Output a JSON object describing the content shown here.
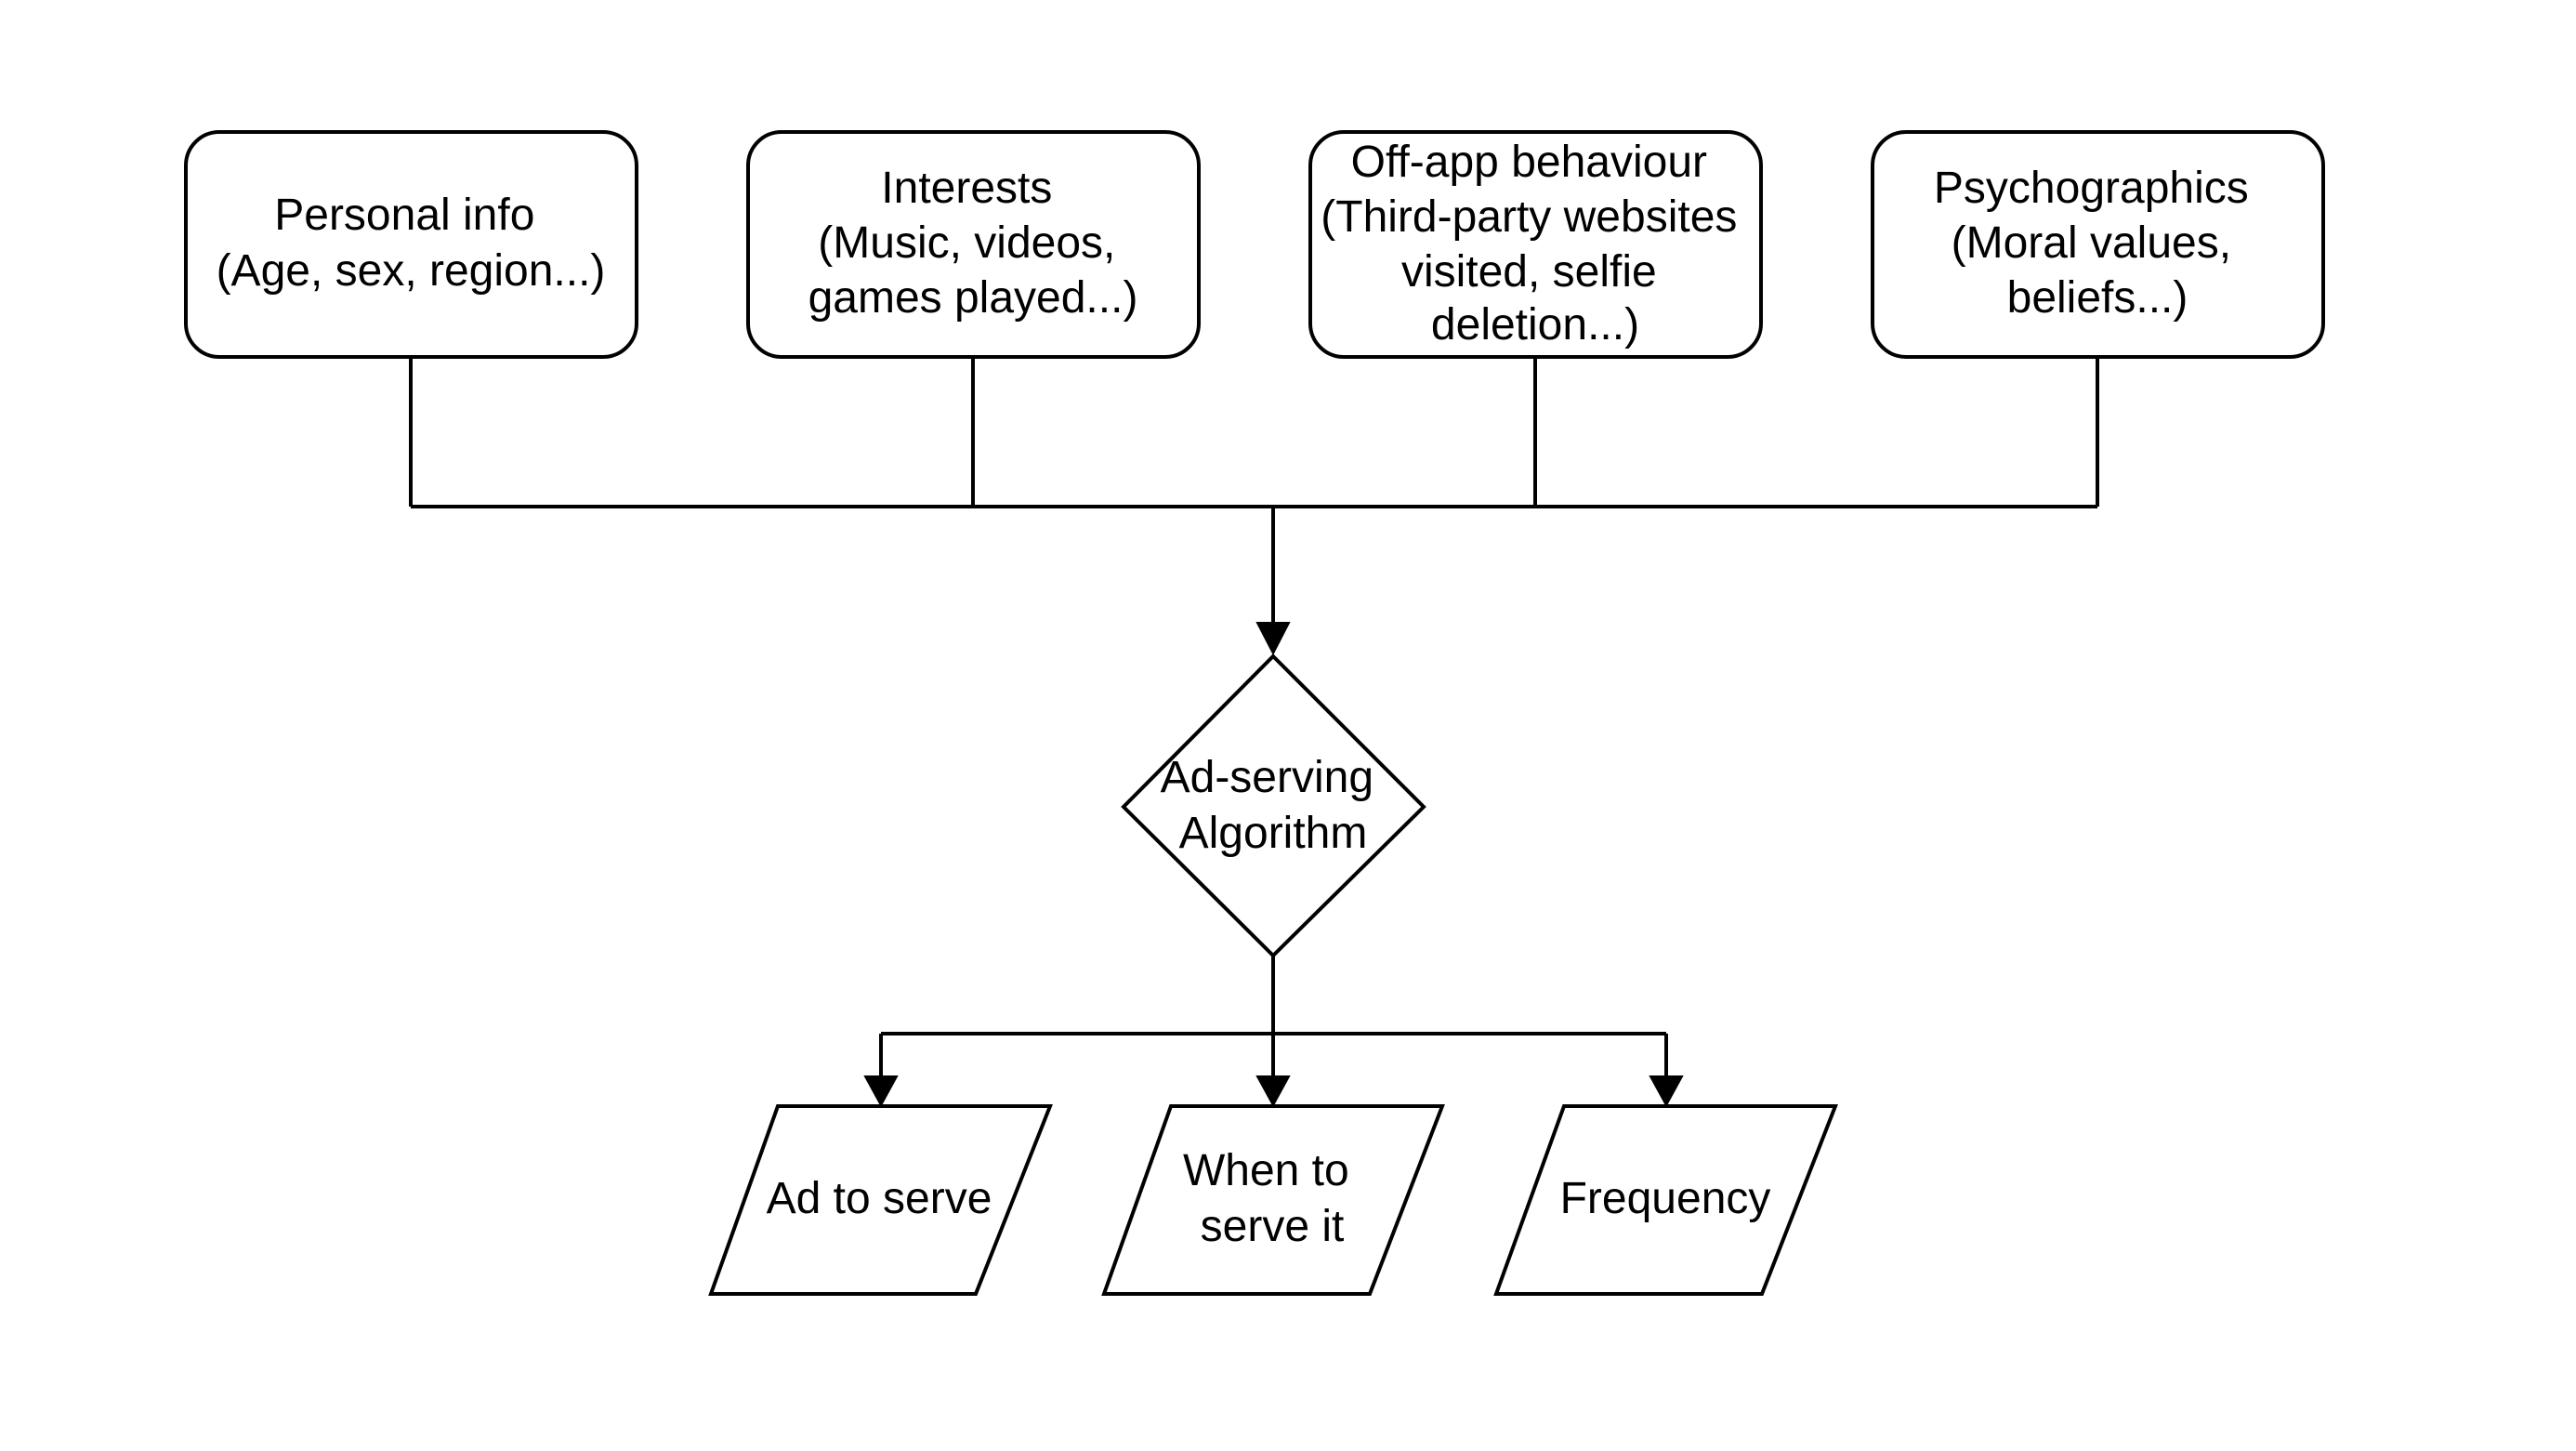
{
  "inputs": [
    {
      "lines": [
        "Personal info",
        "(Age, sex, region...)"
      ]
    },
    {
      "lines": [
        "Interests",
        "(Music, videos,",
        "games played...)"
      ]
    },
    {
      "lines": [
        "Off-app behaviour",
        "(Third-party websites",
        "visited, selfie",
        "deletion...)"
      ]
    },
    {
      "lines": [
        "Psychographics",
        "(Moral values,",
        "beliefs...)"
      ]
    }
  ],
  "decision": {
    "lines": [
      "Ad-serving",
      "Algorithm"
    ]
  },
  "outputs": [
    {
      "lines": [
        "Ad to serve"
      ]
    },
    {
      "lines": [
        "When to",
        "serve it"
      ]
    },
    {
      "lines": [
        "Frequency"
      ]
    }
  ]
}
